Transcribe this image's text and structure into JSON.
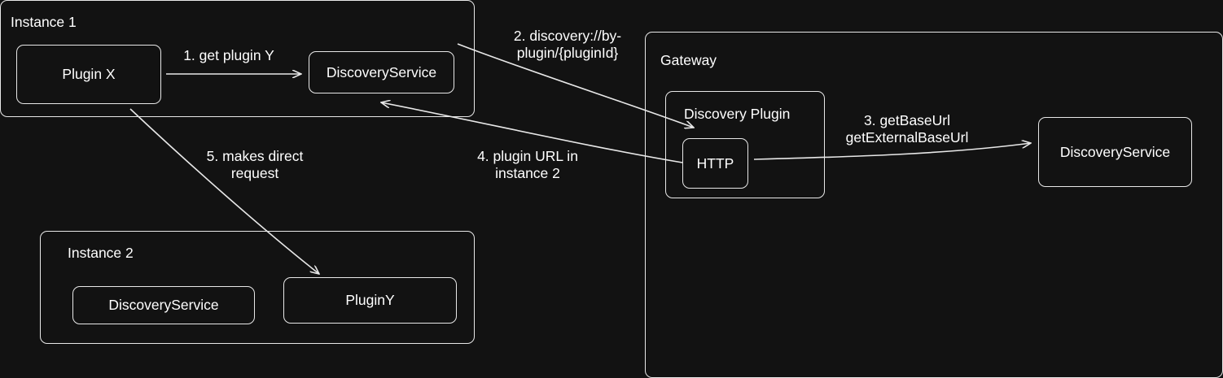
{
  "colors": {
    "background": "#121212",
    "stroke": "#e8e8e8",
    "text": "#ffffff"
  },
  "groups": {
    "instance1": {
      "title": "Instance 1"
    },
    "instance2": {
      "title": "Instance 2"
    },
    "gateway": {
      "title": "Gateway"
    },
    "discovery_plugin": {
      "title": "Discovery Plugin"
    }
  },
  "nodes": {
    "plugin_x": "Plugin X",
    "discovery_service_1": "DiscoveryService",
    "discovery_service_2": "DiscoveryService",
    "plugin_y": "PluginY",
    "http": "HTTP",
    "discovery_service_gateway": "DiscoveryService"
  },
  "edges": {
    "step1": "1. get plugin Y",
    "step2": "2. discovery://by-\nplugin/{pluginId}",
    "step3": "3. getBaseUrl\ngetExternalBaseUrl",
    "step4": "4. plugin URL in\ninstance 2",
    "step5": "5. makes direct\nrequest"
  }
}
